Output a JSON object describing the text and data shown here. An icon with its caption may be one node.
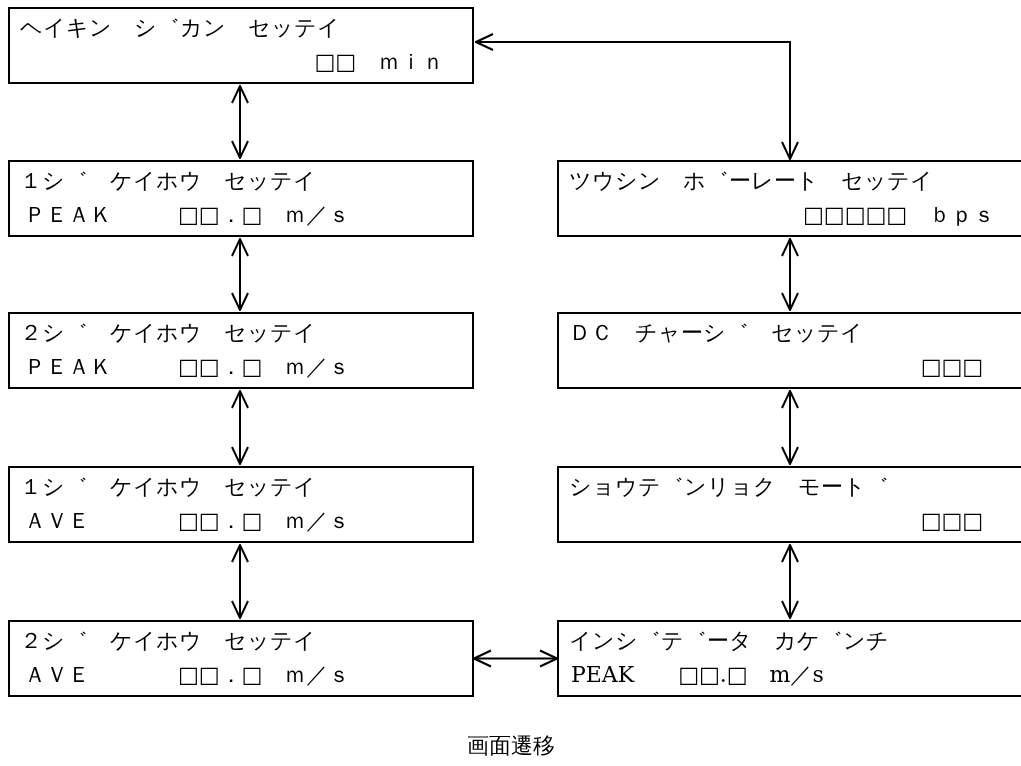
{
  "diagram": {
    "caption": "画面遷移",
    "nodes": [
      {
        "text": [
          "ヘイキン　シ゛カン　セッテイ",
          "□□　ｍｉｎ"
        ]
      },
      {
        "text": [
          "１シ゛　ケイホウ　セッテイ",
          "ＰＥＡＫ　　　□□．□　ｍ／ｓ"
        ]
      },
      {
        "text": [
          "２シ゛　ケイホウ　セッテイ",
          "ＰＥＡＫ　　　□□．□　ｍ／ｓ"
        ]
      },
      {
        "text": [
          "１シ゛　ケイホウ　セッテイ",
          "ＡＶＥ　　　　□□．□　ｍ／ｓ"
        ]
      },
      {
        "text": [
          "２シ゛　ケイホウ　セッテイ",
          "ＡＶＥ　　　　□□．□　ｍ／ｓ"
        ]
      },
      {
        "text": [
          "ツウシン　ホ゛ーレート　セッテイ",
          "□□□□□　ｂｐｓ"
        ]
      },
      {
        "text": [
          "ＤＣ　チャーシ゛　セッテイ",
          "□□□"
        ]
      },
      {
        "text": [
          "ショウテ゛ンリョク　モート゛",
          "□□□"
        ]
      },
      {
        "text": [
          "インシ゛テ゛ータ　カケ゛ンチ",
          "PEAK　　□□.□　m／s"
        ]
      }
    ],
    "edges": [
      {
        "from": 0,
        "to": 1,
        "arrow": "both"
      },
      {
        "from": 1,
        "to": 2,
        "arrow": "both"
      },
      {
        "from": 2,
        "to": 3,
        "arrow": "both"
      },
      {
        "from": 3,
        "to": 4,
        "arrow": "both"
      },
      {
        "from": 0,
        "to": 5,
        "arrow": "both"
      },
      {
        "from": 5,
        "to": 6,
        "arrow": "both"
      },
      {
        "from": 6,
        "to": 7,
        "arrow": "both"
      },
      {
        "from": 7,
        "to": 8,
        "arrow": "both"
      },
      {
        "from": 4,
        "to": 8,
        "arrow": "both"
      }
    ]
  }
}
